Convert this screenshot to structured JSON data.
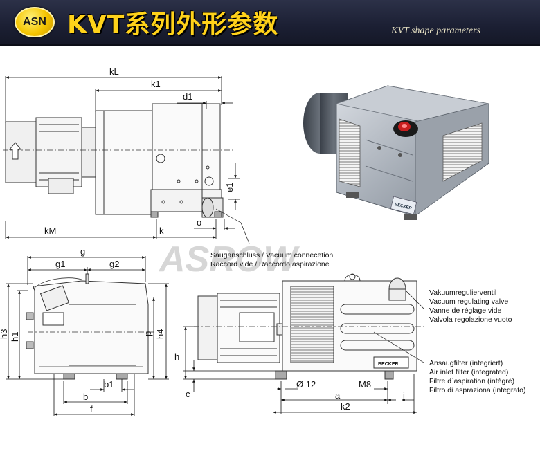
{
  "header": {
    "logo": "ASN",
    "title": "KVT系列外形参数",
    "subtitle": "KVT shape parameters"
  },
  "watermark": "ASROW",
  "photo": {
    "nameplate": "BECKER"
  },
  "side_view": {
    "dims": {
      "kL": "kL",
      "k1": "k1",
      "d1": "d1",
      "e1": "e1",
      "o": "o",
      "kM": "kM",
      "k": "k"
    },
    "suction_note": [
      "Sauganschluss / Vacuum connecetion",
      "Raccord vide / Raccordo aspirazione"
    ]
  },
  "end_view": {
    "dims": {
      "g": "g",
      "g1": "g1",
      "g2": "g2",
      "h3": "h3",
      "h1": "h1",
      "p": "p",
      "h4": "h4",
      "b1": "b1",
      "b": "b",
      "f": "f"
    }
  },
  "front_view": {
    "dims": {
      "h": "h",
      "c": "c",
      "d12": "Ø 12",
      "M8": "M8",
      "a": "a",
      "i": "i",
      "k2": "k2"
    },
    "nameplate": "BECKER",
    "valve_note": [
      "Vakuumregulierventil",
      "Vacuum regulating valve",
      "Vanne de réglage vide",
      "Valvola regolazione vuoto"
    ],
    "filter_note": [
      "Ansaugfilter (integriert)",
      "Air inlet filter (integrated)",
      "Filtre d`aspiration (intégré)",
      "Filtro di aspraziona (integrato)"
    ]
  }
}
